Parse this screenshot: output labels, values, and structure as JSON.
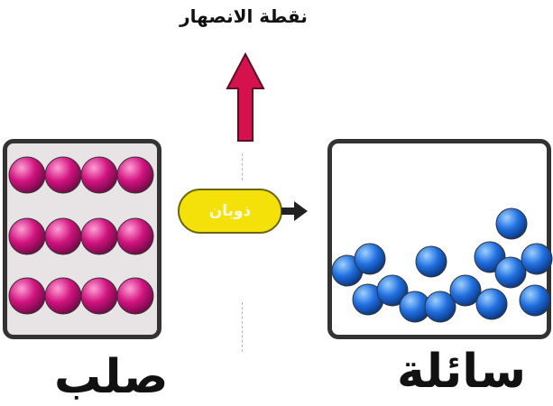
{
  "title": "نقطة الانصهار",
  "process_label": "ذوبان",
  "solid_label": "صلب",
  "liquid_label": "سائلة",
  "colors": {
    "solid_particle": "#d1127f",
    "liquid_particle": "#1f6fe0",
    "up_arrow": "#d6124e",
    "pill": "#f4e10a"
  },
  "icons": [
    "up-arrow-icon",
    "right-arrow-icon"
  ]
}
